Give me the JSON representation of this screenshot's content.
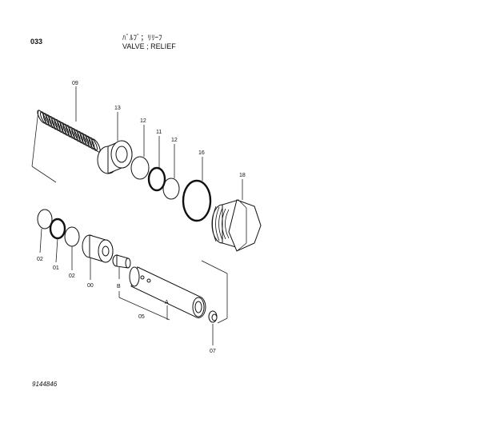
{
  "header": {
    "page_number": "033",
    "title_jp": "ﾊﾞﾙﾌﾞ；ﾘﾘｰﾌ",
    "title_en": "VALVE ; RELIEF"
  },
  "footer": {
    "doc_code": "9144846"
  },
  "callouts": {
    "c09": "09",
    "c13": "13",
    "c12a": "12",
    "c11": "11",
    "c12b": "12",
    "c16": "16",
    "c18": "18",
    "c02a": "02",
    "c01": "01",
    "c02b": "02",
    "c00": "00",
    "cB": "B",
    "cA": "A",
    "c05": "05",
    "c07": "07"
  }
}
